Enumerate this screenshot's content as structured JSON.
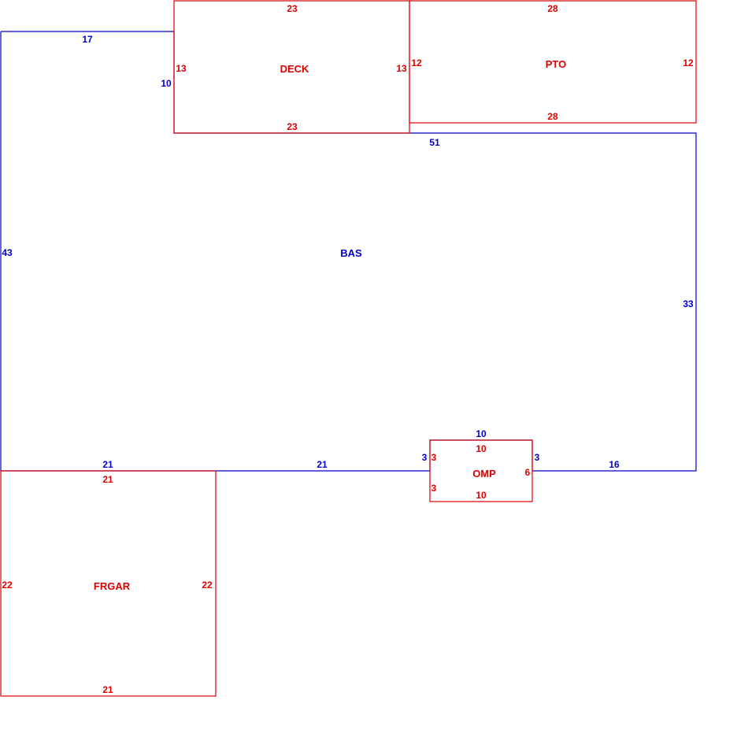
{
  "colors": {
    "main": "#0000cc",
    "addon": "#dd0000",
    "background": "#ffffff"
  },
  "areas": {
    "bas": {
      "name": "BAS",
      "top": "51",
      "right": "33",
      "left": "43",
      "notch_top": "17",
      "notch_side": "10",
      "bottom_left": "21",
      "bottom_mid": "21",
      "bottom_right": "16"
    },
    "deck": {
      "name": "DECK",
      "top": "23",
      "bottom": "23",
      "left": "13",
      "right": "13"
    },
    "pto": {
      "name": "PTO",
      "top": "28",
      "bottom": "28",
      "left": "12",
      "right": "12"
    },
    "omp": {
      "name": "OMP",
      "top_outer": "10",
      "top_inner": "10",
      "bottom": "10",
      "left_outer": "3",
      "left_upper": "3",
      "left_lower": "3",
      "right_outer": "3",
      "right": "6"
    },
    "frgar": {
      "name": "FRGAR",
      "top": "21",
      "bottom": "21",
      "left": "22",
      "right": "22"
    }
  }
}
